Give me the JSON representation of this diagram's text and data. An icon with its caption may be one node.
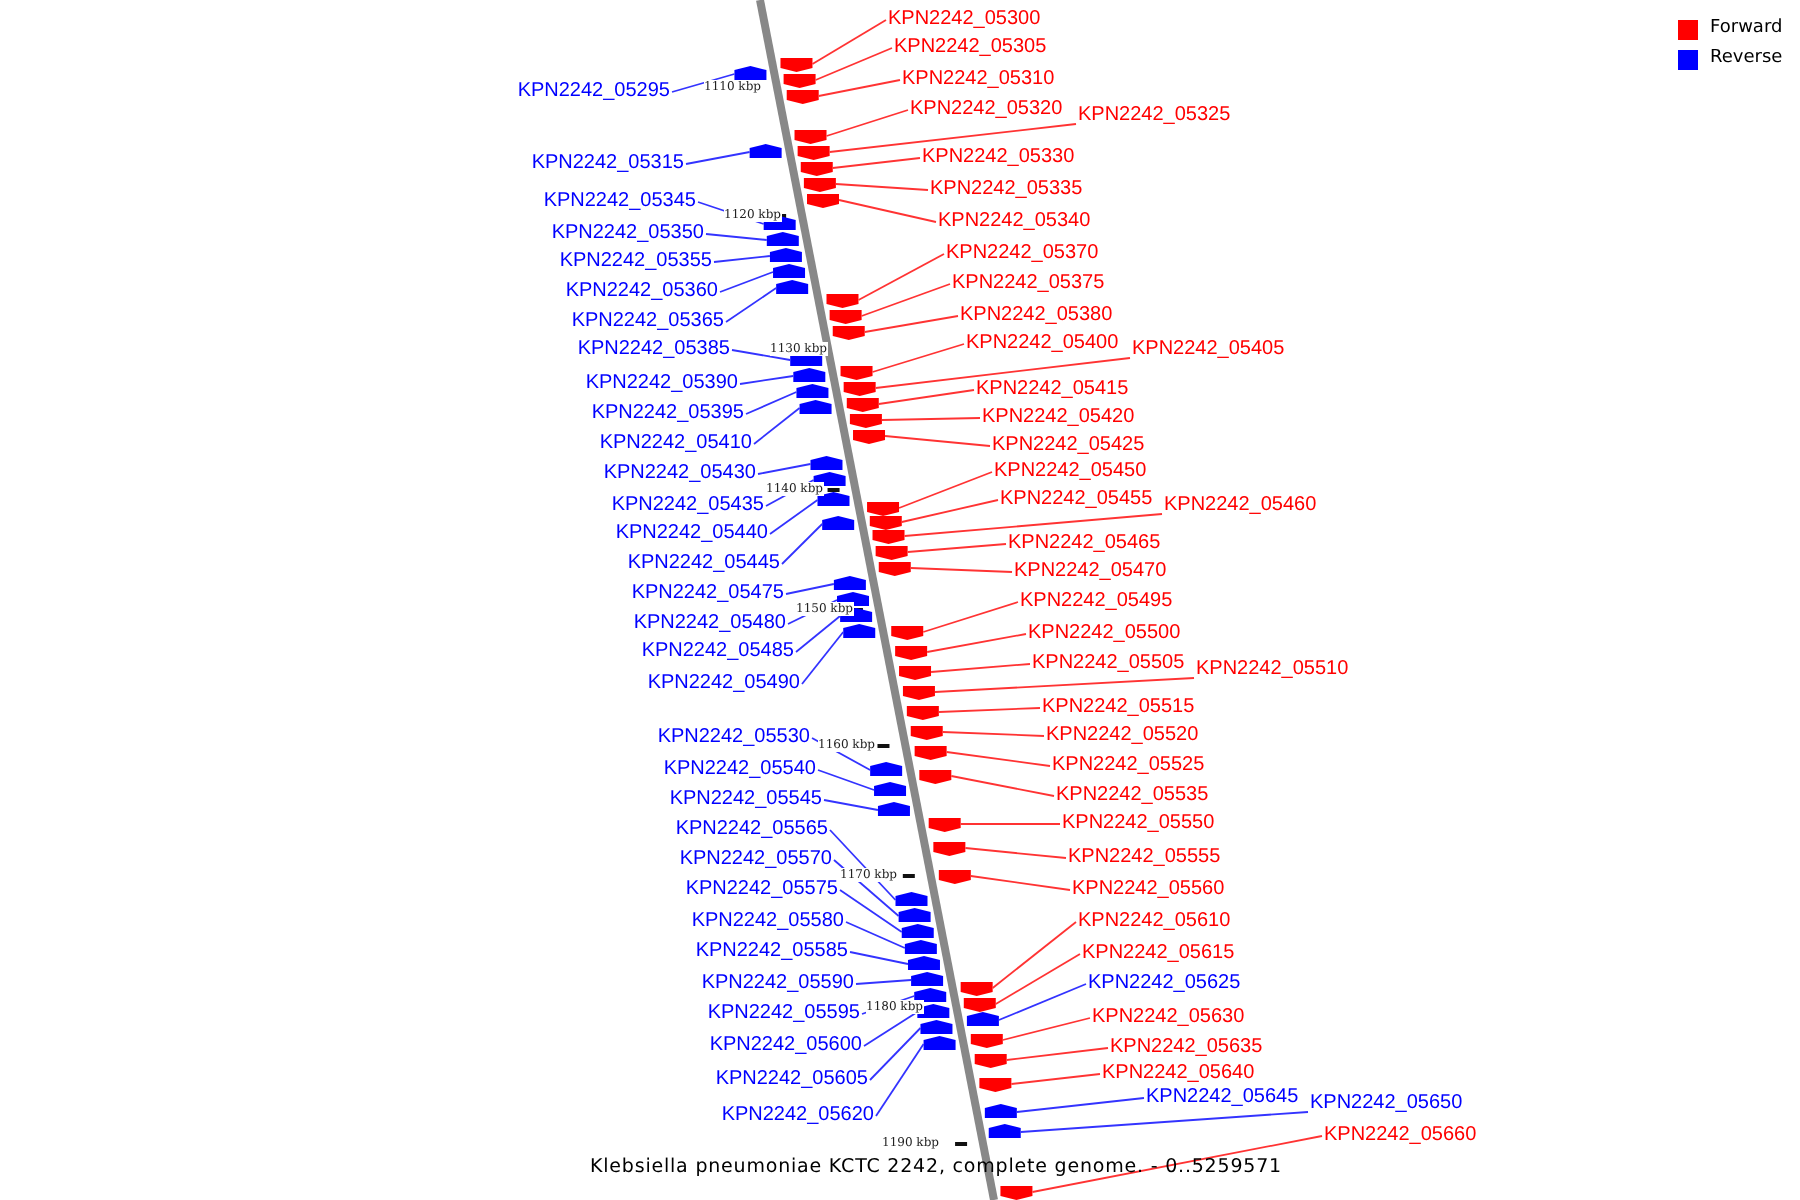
{
  "diagram": {
    "caption": "Klebsiella pneumoniae KCTC 2242, complete genome. - 0..5259571",
    "nodes": [
      {
        "text": [
          "KPN2242_05295"
        ]
      },
      {
        "text": [
          "KPN2242_05315"
        ]
      },
      {
        "text": [
          "KPN2242_05345"
        ]
      },
      {
        "text": [
          "KPN2242_05350"
        ]
      },
      {
        "text": [
          "KPN2242_05355"
        ]
      },
      {
        "text": [
          "KPN2242_05360"
        ]
      },
      {
        "text": [
          "KPN2242_05365"
        ]
      },
      {
        "text": [
          "KPN2242_05385"
        ]
      },
      {
        "text": [
          "KPN2242_05390"
        ]
      },
      {
        "text": [
          "KPN2242_05395"
        ]
      },
      {
        "text": [
          "KPN2242_05410"
        ]
      },
      {
        "text": [
          "KPN2242_05430"
        ]
      },
      {
        "text": [
          "KPN2242_05435"
        ]
      },
      {
        "text": [
          "KPN2242_05440"
        ]
      },
      {
        "text": [
          "KPN2242_05445"
        ]
      },
      {
        "text": [
          "KPN2242_05475"
        ]
      },
      {
        "text": [
          "KPN2242_05480"
        ]
      },
      {
        "text": [
          "KPN2242_05485"
        ]
      },
      {
        "text": [
          "KPN2242_05490"
        ]
      },
      {
        "text": [
          "KPN2242_05530"
        ]
      },
      {
        "text": [
          "KPN2242_05540"
        ]
      },
      {
        "text": [
          "KPN2242_05545"
        ]
      },
      {
        "text": [
          "KPN2242_05565"
        ]
      },
      {
        "text": [
          "KPN2242_05570"
        ]
      },
      {
        "text": [
          "KPN2242_05575"
        ]
      },
      {
        "text": [
          "KPN2242_05580"
        ]
      },
      {
        "text": [
          "KPN2242_05585"
        ]
      },
      {
        "text": [
          "KPN2242_05590"
        ]
      },
      {
        "text": [
          "KPN2242_05595"
        ]
      },
      {
        "text": [
          "KPN2242_05600"
        ]
      },
      {
        "text": [
          "KPN2242_05605"
        ]
      },
      {
        "text": [
          "KPN2242_05620"
        ]
      },
      {
        "text": [
          "KPN2242_05300"
        ]
      },
      {
        "text": [
          "KPN2242_05305"
        ]
      },
      {
        "text": [
          "KPN2242_05310"
        ]
      },
      {
        "text": [
          "KPN2242_05320"
        ]
      },
      {
        "text": [
          "KPN2242_05325"
        ]
      },
      {
        "text": [
          "KPN2242_05330"
        ]
      },
      {
        "text": [
          "KPN2242_05335"
        ]
      },
      {
        "text": [
          "KPN2242_05340"
        ]
      },
      {
        "text": [
          "KPN2242_05370"
        ]
      },
      {
        "text": [
          "KPN2242_05375"
        ]
      },
      {
        "text": [
          "KPN2242_05380"
        ]
      },
      {
        "text": [
          "KPN2242_05405"
        ]
      },
      {
        "text": [
          "KPN2242_05400"
        ]
      },
      {
        "text": [
          "KPN2242_05415"
        ]
      },
      {
        "text": [
          "KPN2242_05420"
        ]
      },
      {
        "text": [
          "KPN2242_05425"
        ]
      },
      {
        "text": [
          "KPN2242_05450"
        ]
      },
      {
        "text": [
          "KPN2242_05455"
        ]
      },
      {
        "text": [
          "KPN2242_05460"
        ]
      },
      {
        "text": [
          "KPN2242_05465"
        ]
      },
      {
        "text": [
          "KPN2242_05470"
        ]
      },
      {
        "text": [
          "KPN2242_05495"
        ]
      },
      {
        "text": [
          "KPN2242_05500"
        ]
      },
      {
        "text": [
          "KPN2242_05505"
        ]
      },
      {
        "text": [
          "KPN2242_05510"
        ]
      },
      {
        "text": [
          "KPN2242_05515"
        ]
      },
      {
        "text": [
          "KPN2242_05520"
        ]
      },
      {
        "text": [
          "KPN2242_05525"
        ]
      },
      {
        "text": [
          "KPN2242_05535"
        ]
      },
      {
        "text": [
          "KPN2242_05550"
        ]
      },
      {
        "text": [
          "KPN2242_05555"
        ]
      },
      {
        "text": [
          "KPN2242_05560"
        ]
      },
      {
        "text": [
          "KPN2242_05610"
        ]
      },
      {
        "text": [
          "KPN2242_05615"
        ]
      },
      {
        "text": [
          "KPN2242_05625"
        ]
      },
      {
        "text": [
          "KPN2242_05630"
        ]
      },
      {
        "text": [
          "KPN2242_05635"
        ]
      },
      {
        "text": [
          "KPN2242_05640"
        ]
      },
      {
        "text": [
          "KPN2242_05645"
        ]
      },
      {
        "text": [
          "KPN2242_05650"
        ]
      },
      {
        "text": [
          "KPN2242_05660"
        ]
      },
      {
        "text": [],
        "shape": "arrow"
      },
      {
        "text": [],
        "shape": "arrow"
      },
      {
        "text": [],
        "shape": "arrow"
      },
      {
        "text": [],
        "shape": "arrow"
      },
      {
        "text": [],
        "shape": "arrow"
      },
      {
        "text": [],
        "shape": "arrow"
      },
      {
        "text": [],
        "shape": "arrow"
      },
      {
        "text": [],
        "shape": "arrow"
      },
      {
        "text": [],
        "shape": "arrow"
      },
      {
        "text": [],
        "shape": "arrow"
      },
      {
        "text": [],
        "shape": "arrow"
      },
      {
        "text": [],
        "shape": "arrow"
      },
      {
        "text": [],
        "shape": "arrow"
      },
      {
        "text": [],
        "shape": "arrow"
      },
      {
        "text": [],
        "shape": "arrow"
      },
      {
        "text": [],
        "shape": "arrow"
      },
      {
        "text": [],
        "shape": "arrow"
      },
      {
        "text": [],
        "shape": "arrow"
      },
      {
        "text": [],
        "shape": "arrow"
      },
      {
        "text": [],
        "shape": "arrow"
      },
      {
        "text": [],
        "shape": "arrow"
      },
      {
        "text": [],
        "shape": "arrow"
      },
      {
        "text": [],
        "shape": "arrow"
      },
      {
        "text": [],
        "shape": "arrow"
      },
      {
        "text": [],
        "shape": "arrow"
      },
      {
        "text": [],
        "shape": "arrow"
      },
      {
        "text": [],
        "shape": "arrow"
      },
      {
        "text": [],
        "shape": "arrow"
      },
      {
        "text": [],
        "shape": "arrow"
      },
      {
        "text": [],
        "shape": "arrow"
      },
      {
        "text": [],
        "shape": "arrow"
      },
      {
        "text": [],
        "shape": "arrow"
      },
      {
        "text": [],
        "shape": "arrow"
      },
      {
        "text": [],
        "shape": "arrow"
      },
      {
        "text": [],
        "shape": "arrow"
      },
      {
        "text": [],
        "shape": "arrow"
      },
      {
        "text": [],
        "shape": "arrow"
      },
      {
        "text": [],
        "shape": "arrow"
      },
      {
        "text": [],
        "shape": "arrow"
      },
      {
        "text": [],
        "shape": "arrow"
      },
      {
        "text": [],
        "shape": "arrow"
      },
      {
        "text": [],
        "shape": "arrow"
      },
      {
        "text": [],
        "shape": "arrow"
      },
      {
        "text": [],
        "shape": "arrow"
      },
      {
        "text": [],
        "shape": "arrow"
      },
      {
        "text": [],
        "shape": "arrow"
      },
      {
        "text": [],
        "shape": "arrow"
      },
      {
        "text": [],
        "shape": "arrow"
      },
      {
        "text": [],
        "shape": "arrow"
      },
      {
        "text": [],
        "shape": "arrow"
      },
      {
        "text": [],
        "shape": "arrow"
      },
      {
        "text": [],
        "shape": "arrow"
      },
      {
        "text": [],
        "shape": "arrow"
      },
      {
        "text": [],
        "shape": "arrow"
      },
      {
        "text": [],
        "shape": "arrow"
      },
      {
        "text": [],
        "shape": "arrow"
      },
      {
        "text": [],
        "shape": "arrow"
      },
      {
        "text": [],
        "shape": "arrow"
      },
      {
        "text": [],
        "shape": "arrow"
      },
      {
        "text": [],
        "shape": "arrow"
      },
      {
        "text": [],
        "shape": "arrow"
      },
      {
        "text": [],
        "shape": "arrow"
      },
      {
        "text": [],
        "shape": "arrow"
      },
      {
        "text": [],
        "shape": "arrow"
      },
      {
        "text": [],
        "shape": "arrow"
      },
      {
        "text": [],
        "shape": "arrow"
      },
      {
        "text": [],
        "shape": "arrow"
      },
      {
        "text": [],
        "shape": "arrow"
      },
      {
        "text": [],
        "shape": "arrow"
      },
      {
        "text": [],
        "shape": "arrow"
      },
      {
        "text": [],
        "shape": "arrow"
      },
      {
        "text": [],
        "shape": "arrow"
      },
      {
        "text": [],
        "shape": "arrow"
      }
    ],
    "edges": [
      {
        "from": 0,
        "to": 73,
        "arrow": "none",
        "color": "#3333ff"
      },
      {
        "from": 1,
        "to": 74,
        "arrow": "none",
        "color": "#3333ff"
      },
      {
        "from": 2,
        "to": 75,
        "arrow": "none",
        "color": "#3333ff"
      },
      {
        "from": 3,
        "to": 76,
        "arrow": "none",
        "color": "#3333ff"
      },
      {
        "from": 4,
        "to": 77,
        "arrow": "none",
        "color": "#3333ff"
      },
      {
        "from": 5,
        "to": 78,
        "arrow": "none",
        "color": "#3333ff"
      },
      {
        "from": 6,
        "to": 79,
        "arrow": "none",
        "color": "#3333ff"
      },
      {
        "from": 7,
        "to": 80,
        "arrow": "none",
        "color": "#3333ff"
      },
      {
        "from": 8,
        "to": 81,
        "arrow": "none",
        "color": "#3333ff"
      },
      {
        "from": 9,
        "to": 82,
        "arrow": "none",
        "color": "#3333ff"
      },
      {
        "from": 10,
        "to": 83,
        "arrow": "none",
        "color": "#3333ff"
      },
      {
        "from": 11,
        "to": 84,
        "arrow": "none",
        "color": "#3333ff"
      },
      {
        "from": 12,
        "to": 85,
        "arrow": "none",
        "color": "#3333ff"
      },
      {
        "from": 13,
        "to": 86,
        "arrow": "none",
        "color": "#3333ff"
      },
      {
        "from": 14,
        "to": 87,
        "arrow": "none",
        "color": "#3333ff"
      },
      {
        "from": 15,
        "to": 88,
        "arrow": "none",
        "color": "#3333ff"
      },
      {
        "from": 16,
        "to": 89,
        "arrow": "none",
        "color": "#3333ff"
      },
      {
        "from": 17,
        "to": 90,
        "arrow": "none",
        "color": "#3333ff"
      },
      {
        "from": 18,
        "to": 91,
        "arrow": "none",
        "color": "#3333ff"
      },
      {
        "from": 19,
        "to": 92,
        "arrow": "none",
        "color": "#3333ff"
      },
      {
        "from": 20,
        "to": 93,
        "arrow": "none",
        "color": "#3333ff"
      },
      {
        "from": 21,
        "to": 94,
        "arrow": "none",
        "color": "#3333ff"
      },
      {
        "from": 22,
        "to": 95,
        "arrow": "none",
        "color": "#3333ff"
      },
      {
        "from": 23,
        "to": 96,
        "arrow": "none",
        "color": "#3333ff"
      },
      {
        "from": 24,
        "to": 97,
        "arrow": "none",
        "color": "#3333ff"
      },
      {
        "from": 25,
        "to": 98,
        "arrow": "none",
        "color": "#3333ff"
      },
      {
        "from": 26,
        "to": 99,
        "arrow": "none",
        "color": "#3333ff"
      },
      {
        "from": 27,
        "to": 100,
        "arrow": "none",
        "color": "#3333ff"
      },
      {
        "from": 28,
        "to": 101,
        "arrow": "none",
        "color": "#3333ff"
      },
      {
        "from": 29,
        "to": 102,
        "arrow": "none",
        "color": "#3333ff"
      },
      {
        "from": 30,
        "to": 103,
        "arrow": "none",
        "color": "#3333ff"
      },
      {
        "from": 31,
        "to": 104,
        "arrow": "none",
        "color": "#3333ff"
      },
      {
        "from": 32,
        "to": 105,
        "arrow": "none"
      },
      {
        "from": 33,
        "to": 106,
        "arrow": "none"
      },
      {
        "from": 34,
        "to": 107,
        "arrow": "none"
      },
      {
        "from": 35,
        "to": 108,
        "arrow": "none"
      },
      {
        "from": 36,
        "to": 109,
        "arrow": "none"
      },
      {
        "from": 37,
        "to": 110,
        "arrow": "none"
      },
      {
        "from": 38,
        "to": 111,
        "arrow": "none"
      },
      {
        "from": 39,
        "to": 112,
        "arrow": "none"
      },
      {
        "from": 40,
        "to": 113,
        "arrow": "none"
      },
      {
        "from": 41,
        "to": 114,
        "arrow": "none"
      },
      {
        "from": 42,
        "to": 115,
        "arrow": "none"
      },
      {
        "from": 43,
        "to": 116,
        "arrow": "none"
      },
      {
        "from": 44,
        "to": 117,
        "arrow": "none"
      },
      {
        "from": 45,
        "to": 118,
        "arrow": "none"
      },
      {
        "from": 46,
        "to": 119,
        "arrow": "none"
      },
      {
        "from": 47,
        "to": 120,
        "arrow": "none"
      },
      {
        "from": 48,
        "to": 121,
        "arrow": "none"
      },
      {
        "from": 49,
        "to": 122,
        "arrow": "none"
      },
      {
        "from": 50,
        "to": 123,
        "arrow": "none"
      },
      {
        "from": 51,
        "to": 124,
        "arrow": "none"
      },
      {
        "from": 52,
        "to": 125,
        "arrow": "none"
      },
      {
        "from": 53,
        "to": 126,
        "arrow": "none"
      },
      {
        "from": 54,
        "to": 127,
        "arrow": "none"
      },
      {
        "from": 55,
        "to": 128,
        "arrow": "none"
      },
      {
        "from": 56,
        "to": 129,
        "arrow": "none"
      },
      {
        "from": 57,
        "to": 130,
        "arrow": "none"
      },
      {
        "from": 58,
        "to": 131,
        "arrow": "none"
      },
      {
        "from": 59,
        "to": 132,
        "arrow": "none"
      },
      {
        "from": 60,
        "to": 133,
        "arrow": "none"
      },
      {
        "from": 61,
        "to": 134,
        "arrow": "none"
      },
      {
        "from": 62,
        "to": 135,
        "arrow": "none"
      },
      {
        "from": 63,
        "to": 136,
        "arrow": "none"
      },
      {
        "from": 64,
        "to": 137,
        "arrow": "none"
      },
      {
        "from": 65,
        "to": 138,
        "arrow": "none"
      },
      {
        "from": 66,
        "to": 139,
        "arrow": "none",
        "color": "#3333ff"
      },
      {
        "from": 67,
        "to": 140,
        "arrow": "none"
      },
      {
        "from": 68,
        "to": 141,
        "arrow": "none"
      },
      {
        "from": 69,
        "to": 142,
        "arrow": "none"
      },
      {
        "from": 70,
        "to": 143,
        "arrow": "none",
        "color": "#3333ff"
      },
      {
        "from": 71,
        "to": 144,
        "arrow": "none",
        "color": "#3333ff"
      },
      {
        "from": 72,
        "to": 145,
        "arrow": "none"
      }
    ],
    "labels": [
      "1110 kbp",
      "1120 kbp",
      "1130 kbp",
      "1140 kbp",
      "1150 kbp",
      "1160 kbp",
      "1170 kbp",
      "1180 kbp",
      "1190 kbp"
    ],
    "legend": [
      {
        "text": "Forward",
        "color": "#ff0000"
      },
      {
        "text": "Reverse",
        "color": "#0000ff"
      }
    ]
  }
}
